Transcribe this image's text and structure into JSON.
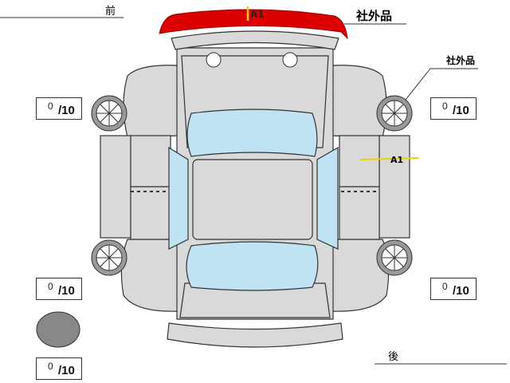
{
  "labels": {
    "front": "前",
    "rear": "後",
    "aftermarket_top": "社外品",
    "aftermarket_side": "社外品",
    "mark_front_bumper": "A1",
    "mark_right_side": "A1"
  },
  "tire_scores": [
    {
      "position": "front-left",
      "value": "0",
      "denominator": "/10"
    },
    {
      "position": "front-right",
      "value": "0",
      "denominator": "/10"
    },
    {
      "position": "rear-left",
      "value": "0",
      "denominator": "/10"
    },
    {
      "position": "rear-right",
      "value": "0",
      "denominator": "/10"
    },
    {
      "position": "spare",
      "value": "0",
      "denominator": "/10"
    }
  ],
  "colors": {
    "body": "#d9d9d9",
    "glass": "#bfe3f2",
    "damage": "#dd0000",
    "marker": "#f0d000",
    "outline": "#333333"
  }
}
